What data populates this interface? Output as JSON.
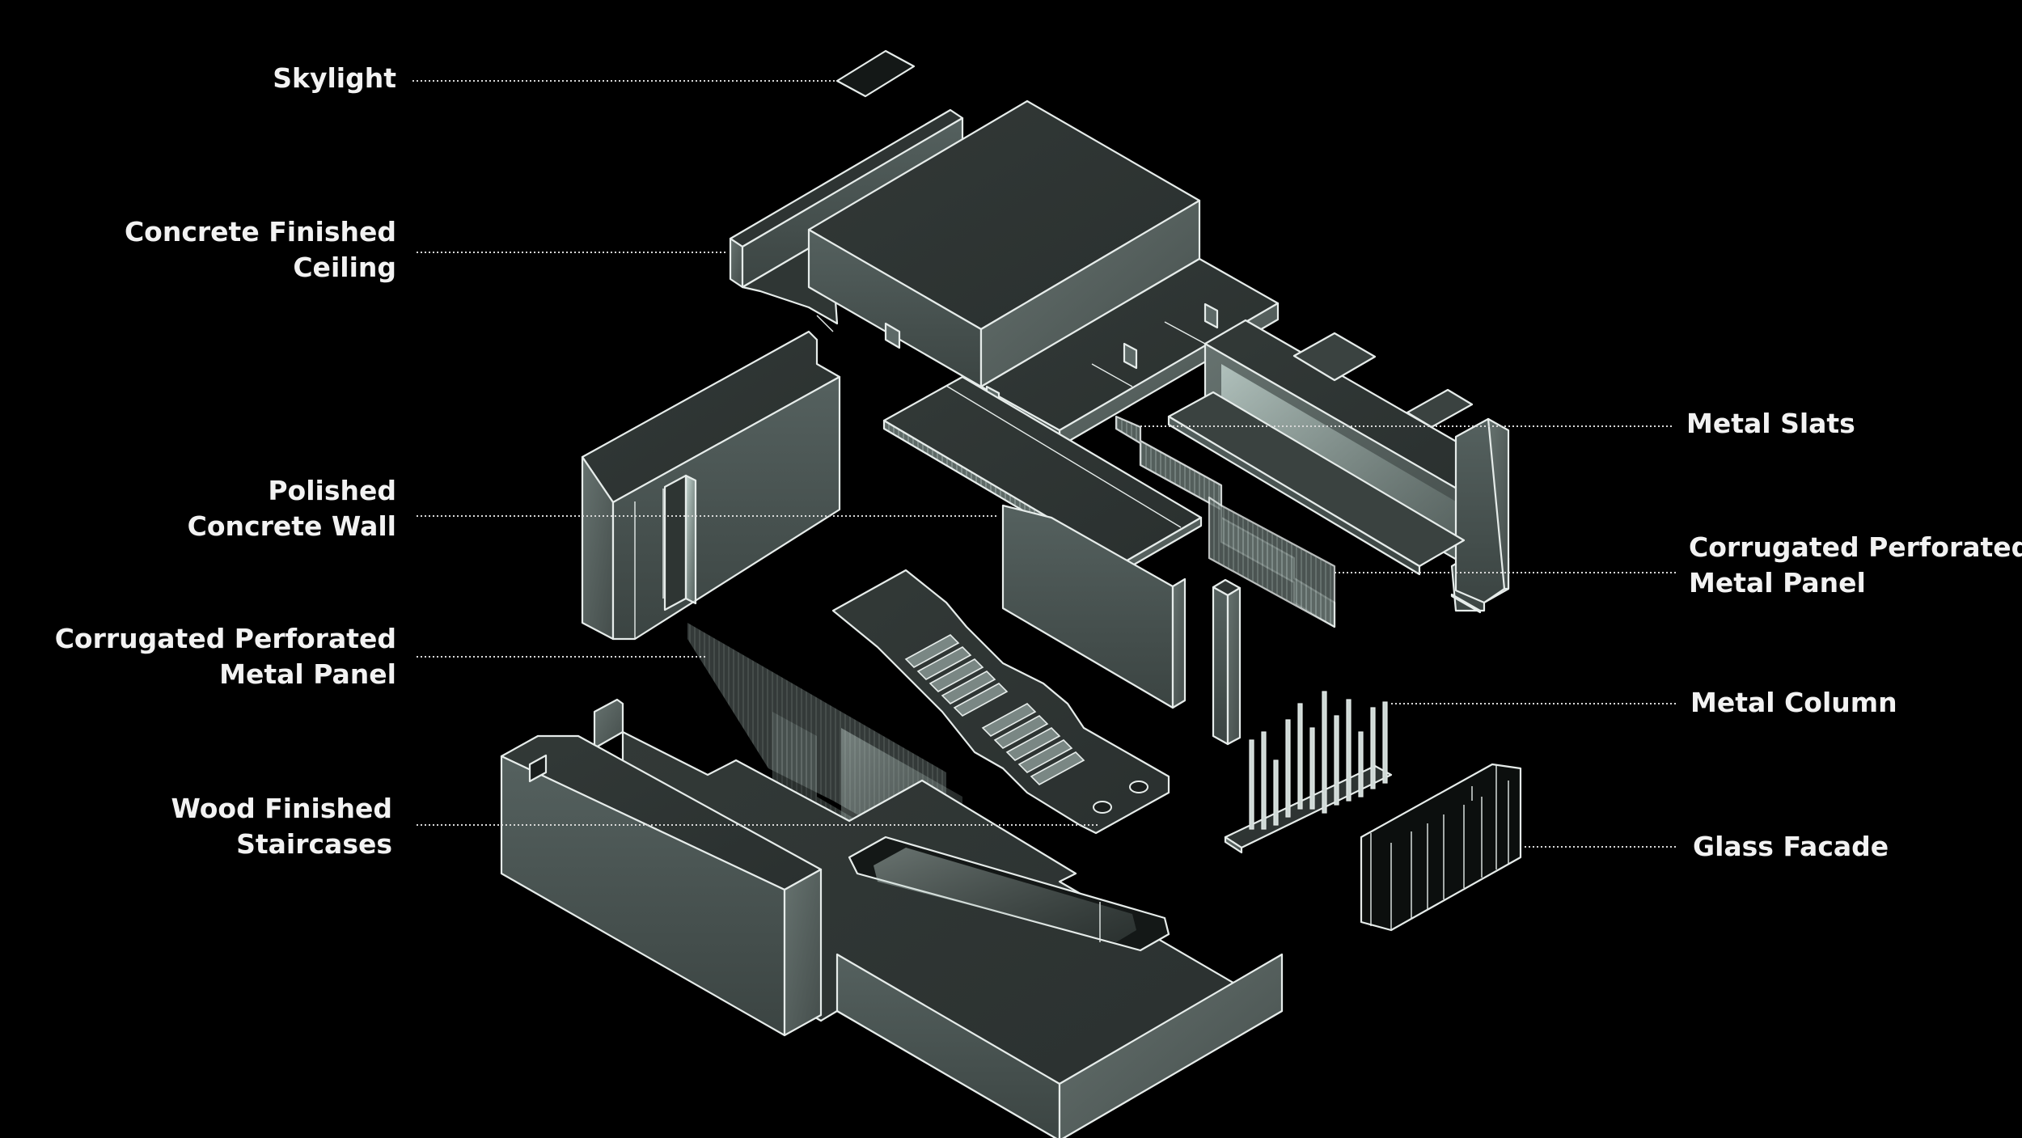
{
  "labels": {
    "skylight": "Skylight",
    "ceiling": [
      "Concrete Finished",
      "Ceiling"
    ],
    "polished_wall": [
      "Polished",
      "Concrete Wall"
    ],
    "panel_left": [
      "Corrugated Perforated",
      "Metal Panel"
    ],
    "staircases": [
      "Wood Finished",
      "Staircases"
    ],
    "metal_slats": "Metal Slats",
    "panel_right": [
      "Corrugated Perforated",
      "Metal Panel"
    ],
    "metal_column": "Metal Column",
    "glass_facade": "Glass Facade"
  },
  "colors": {
    "background": "#000000",
    "solid_top": "#3a4240",
    "solid_front": "#4c5755",
    "solid_side": "#5d6967",
    "glow": "#cfe3dd",
    "edge": "#e6ecea",
    "text": "#f2f2f2"
  }
}
